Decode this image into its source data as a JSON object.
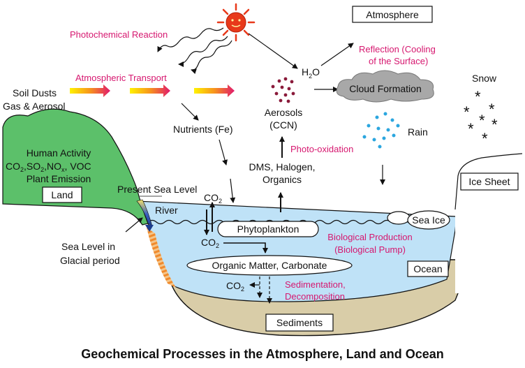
{
  "title": "Geochemical Processes in the Atmosphere, Land and Ocean",
  "labels": {
    "atmosphere": "Atmosphere",
    "photochemical_reaction": "Photochemical Reaction",
    "atmospheric_transport": "Atmospheric Transport",
    "reflection_line1": "Reflection (Cooling",
    "reflection_line2": "of the Surface)",
    "snow": "Snow",
    "soil_dusts": "Soil Dusts",
    "gas_aerosol": "Gas & Aerosol",
    "h2o_base": "H",
    "h2o_sub": "2",
    "h2o_tail": "O",
    "cloud_formation": "Cloud Formation",
    "aerosols": "Aerosols",
    "ccn": "(CCN)",
    "rain": "Rain",
    "nutrients": "Nutrients (Fe)",
    "human_activity": "Human Activity",
    "emissions": {
      "co2": "CO",
      "co2_sub": "2",
      "so2": ",SO",
      "so2_sub": "2",
      "nox": ",NO",
      "nox_sub": "x",
      "voc": ", VOC"
    },
    "plant_emission": "Plant Emission",
    "photo_oxidation": "Photo-oxidation",
    "dms_line1": "DMS, Halogen,",
    "dms_line2": "Organics",
    "ice_sheet": "Ice Sheet",
    "land": "Land",
    "present_sea_level": "Present Sea Level",
    "river": "River",
    "co2_base": "CO",
    "co2_sub": "2",
    "sea_ice": "Sea Ice",
    "phytoplankton": "Phytoplankton",
    "bio_prod_line1": "Biological Production",
    "bio_prod_line2": "(Biological Pump)",
    "glacial_line1": "Sea Level in",
    "glacial_line2": "Glacial period",
    "organic_matter": "Organic Matter, Carbonate",
    "ocean": "Ocean",
    "sedimentation_line1": "Sedimentation,",
    "sedimentation_line2": "Decomposition",
    "sediments": "Sediments"
  },
  "colors": {
    "land": "#5cc06a",
    "ocean": "#bfe2f7",
    "sediment": "#d9cda8",
    "magenta_text": "#d6176f",
    "cloud": "#a8a8a8",
    "rain": "#2ba6df",
    "aerosol_dots": "#8a1a3a",
    "sun_core": "#e8391a",
    "river": "#2a4fa8"
  },
  "icons": [
    "sun-icon",
    "cloud-icon",
    "rain-icon",
    "aerosol-icon",
    "snow-icon",
    "river-icon"
  ]
}
